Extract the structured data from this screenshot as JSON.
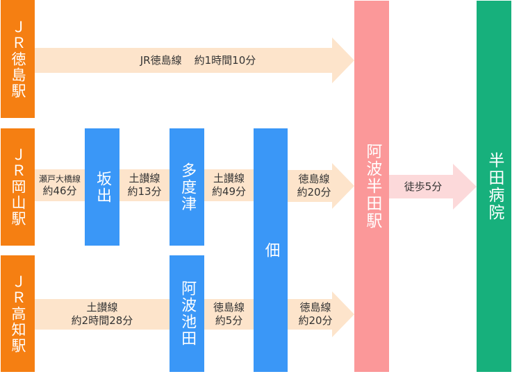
{
  "origins": {
    "tokushima": "ＪＲ徳島駅",
    "okayama": "ＪＲ岡山駅",
    "kochi": "ＪＲ高知駅"
  },
  "transfers": {
    "sakaide": "坂出",
    "tadotsu": "多度津",
    "awa_ikeda": "阿波池田",
    "tsukuda": "佃"
  },
  "destination_station": "阿波半田駅",
  "hospital": "半田病院",
  "routes": {
    "tokushima_direct": {
      "line": "JR徳島線",
      "time": "約1時間10分"
    },
    "okayama_sakaide": {
      "line": "瀬戸大橋線",
      "time": "約46分"
    },
    "sakaide_tadotsu": {
      "line": "土讃線",
      "time": "約13分"
    },
    "tadotsu_tsukuda": {
      "line": "土讃線",
      "time": "約49分"
    },
    "tsukuda_handa_upper": {
      "line": "徳島線",
      "time": "約20分"
    },
    "kochi_ikeda": {
      "line": "土讃線",
      "time": "約2時間28分"
    },
    "ikeda_tsukuda": {
      "line": "徳島線",
      "time": "約5分"
    },
    "tsukuda_handa_lower": {
      "line": "徳島線",
      "time": "約20分"
    },
    "walk": {
      "line": "徒歩",
      "time": "5分"
    }
  },
  "colors": {
    "origin": "#f57f12",
    "transfer": "#3a97f7",
    "destination": "#fb9899",
    "hospital": "#17b07c",
    "route_bar": "#fde4cb",
    "walk_arrow": "#fcd9da"
  }
}
